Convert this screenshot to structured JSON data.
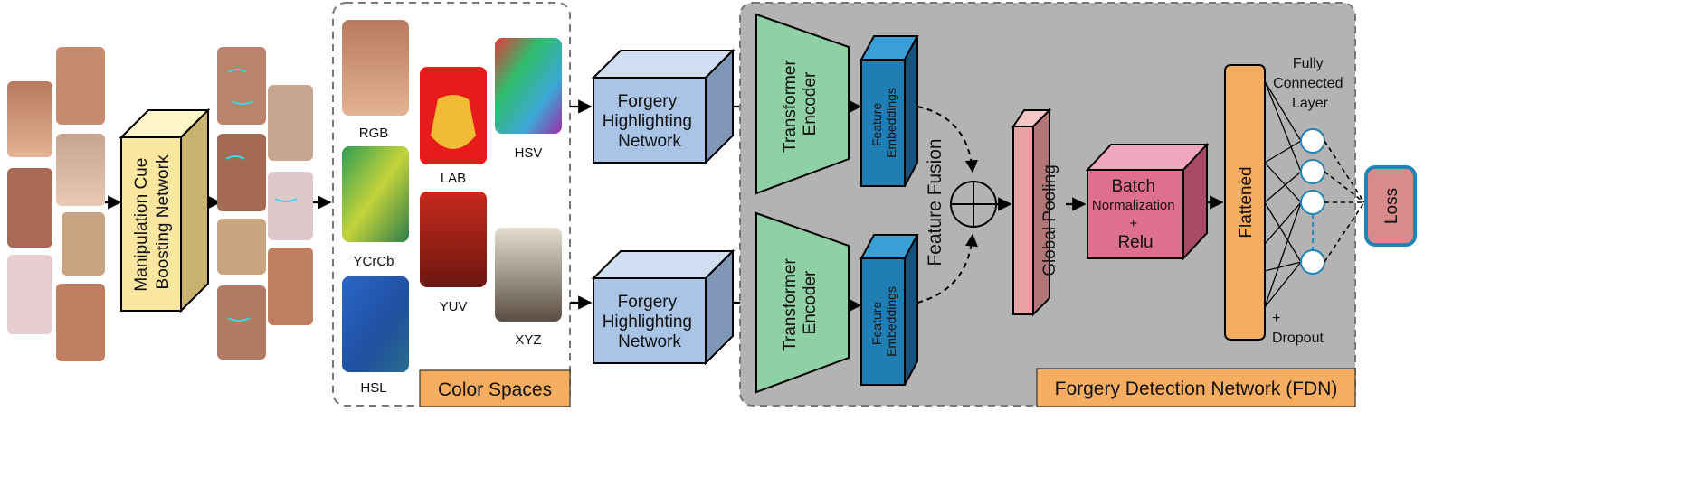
{
  "boosting_network": {
    "line1": "Manipulation Cue",
    "line2": "Boosting Network"
  },
  "color_spaces": {
    "panel_label": "Color Spaces",
    "items": [
      {
        "label": "RGB"
      },
      {
        "label": "YCrCb"
      },
      {
        "label": "HSL"
      },
      {
        "label": "LAB"
      },
      {
        "label": "YUV"
      },
      {
        "label": "HSV"
      },
      {
        "label": "XYZ"
      }
    ]
  },
  "highlighting_network": {
    "line1": "Forgery",
    "line2": "Highlighting",
    "line3": "Network"
  },
  "transformer_encoder": {
    "line1": "Transformer",
    "line2": "Encoder"
  },
  "feature_embeddings": {
    "line1": "Feature",
    "line2": "Embeddings"
  },
  "feature_fusion_label": "Feature Fusion",
  "global_pooling_label": "Global Pooling",
  "batch_norm": {
    "line1": "Batch",
    "line2": "Normalization",
    "line3": "+",
    "line4": "Relu"
  },
  "flattened_label": "Flattened",
  "fc_layer": {
    "line1": "Fully",
    "line2": "Connected",
    "line3": "Layer"
  },
  "dropout": {
    "line1": "+",
    "line2": "Dropout"
  },
  "loss_label": "Loss",
  "fdn_label": "Forgery Detection Network (FDN)",
  "colors": {
    "boosting": "#fbe7a0",
    "highlight": "#a9c4e4",
    "transformer": "#8fd0a4",
    "embeddings": "#1f7fb5",
    "pooling": "#e7a3a3",
    "batchnorm": "#df6f8f",
    "flattened": "#f7ad5f",
    "loss": "#d98a8a",
    "loss_border": "#1f85b8",
    "fdn_panel": "#b3b3b3",
    "label_box": "#f7ad5f"
  }
}
